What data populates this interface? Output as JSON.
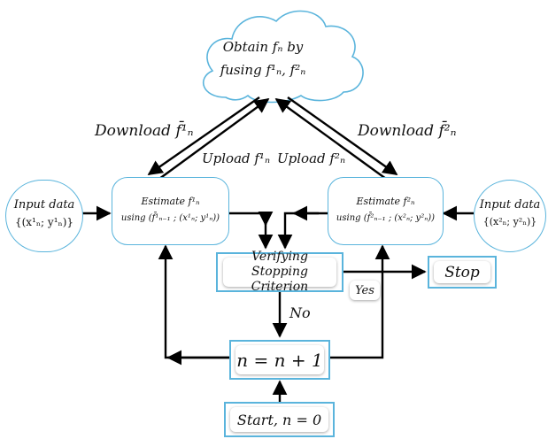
{
  "cloud": {
    "line1": "Obtain fₙ by",
    "line2": "fusing f¹ₙ, f²ₙ"
  },
  "edges": {
    "download_1": "Download f̄¹ₙ",
    "download_2": "Download f̄²ₙ",
    "upload_1": "Upload f¹ₙ",
    "upload_2": "Upload f²ₙ",
    "yes": "Yes",
    "no": "No"
  },
  "input_1": {
    "title": "Input data",
    "value": "{(x¹ₙ; y¹ₙ)}"
  },
  "input_2": {
    "title": "Input data",
    "value": "{(x²ₙ; y²ₙ)}"
  },
  "estimate_1": {
    "line1": "Estimate f¹ₙ",
    "line2": "using (f̄¹ₙ₋₁ ; (x¹ₙ; y¹ₙ))"
  },
  "estimate_2": {
    "line1": "Estimate f²ₙ",
    "line2": "using (f̄²ₙ₋₁ ; (x²ₙ; y²ₙ))"
  },
  "verify": {
    "line1": "Verifying Stopping",
    "line2": "Criterion"
  },
  "stop": {
    "label": "Stop"
  },
  "increment": {
    "label": "n = n + 1"
  },
  "start": {
    "label": "Start, n = 0"
  },
  "colors": {
    "box_border": "#5ab4dc",
    "arrow": "#000000"
  }
}
